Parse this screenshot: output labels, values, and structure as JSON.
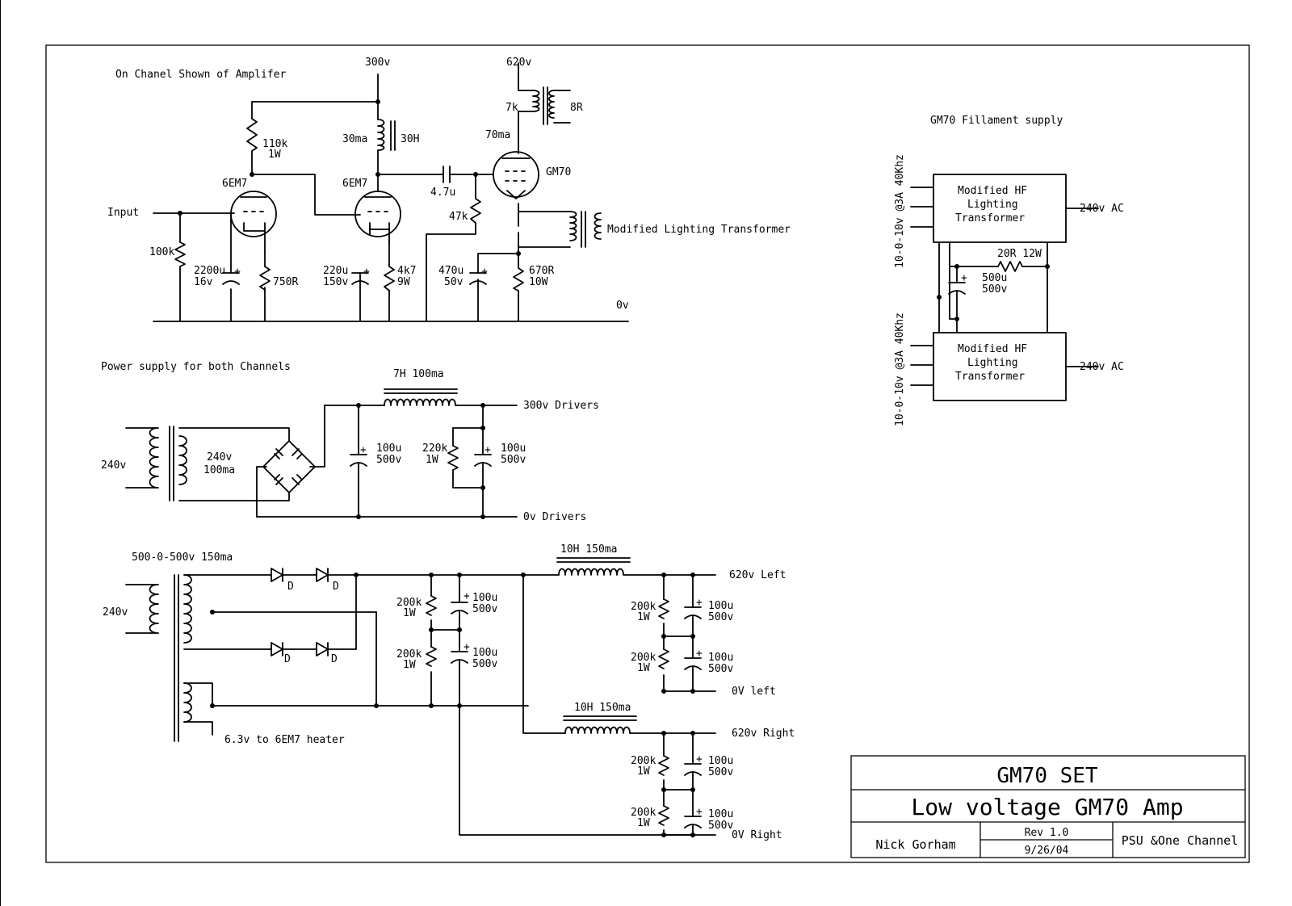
{
  "amp": {
    "title": "On Chanel Shown of Amplifer",
    "b300": "300v",
    "b620": "620v",
    "r110k": "110k",
    "r110k_w": "1W",
    "v1": "6EM7",
    "v2": "6EM7",
    "choke_i": "30ma",
    "choke_l": "30H",
    "out_tr_p": "7k",
    "out_tr_s": "8R",
    "gm70_i": "70ma",
    "gm70": "GM70",
    "cap_coup": "4.7u",
    "r47k": "47k",
    "input": "Input",
    "r100k": "100k",
    "c1": "2200u",
    "c1v": "16v",
    "r750": "750R",
    "c2": "220u",
    "c2v": "150v",
    "r4k7": "4k7",
    "r4k7w": "9W",
    "c3": "470u",
    "c3v": "50v",
    "r670": "670R",
    "r670w": "10W",
    "mod_tr": "Modified Lighting Transformer",
    "gnd": "0v"
  },
  "psu1": {
    "title": "Power supply for both Channels",
    "choke": "7H  100ma",
    "out": "300v Drivers",
    "gnd": "0v Drivers",
    "mains": "240v",
    "sec": "240v",
    "sec_i": "100ma",
    "c1": "100u",
    "c1v": "500v",
    "r": "220k",
    "rw": "1W",
    "c2": "100u",
    "c2v": "500v"
  },
  "psu2": {
    "title": "500-0-500v 150ma",
    "mains": "240v",
    "heater": "6.3v to 6EM7 heater",
    "diode": "D",
    "r200k": "200k",
    "rw": "1W",
    "c": "100u",
    "cv": "500v",
    "chokeL": "10H 150ma",
    "chokeR": "10H 150ma",
    "left_out": "620v Left",
    "left_gnd": "0V left",
    "right_out": "620v Right",
    "right_gnd": "0V Right"
  },
  "fil": {
    "title": "GM70 Fillament supply",
    "box_l1": "Modified HF",
    "box_l2": "Lighting",
    "box_l3": "Transformer",
    "ac": "240v AC",
    "side": "10-0-10v @3A 40Khz",
    "res": "20R 12W",
    "cap": "500u",
    "capv": "500v"
  },
  "titleblock": {
    "title": "GM70 SET",
    "subtitle": "Low voltage GM70 Amp",
    "author": "Nick Gorham",
    "rev": "Rev 1.0",
    "date": "9/26/04",
    "sheet": "PSU &One Channel"
  }
}
